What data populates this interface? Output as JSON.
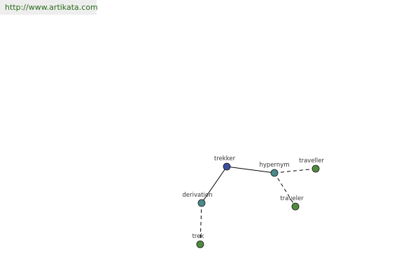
{
  "header": {
    "url": "http://www.artikata.com"
  },
  "graph": {
    "nodes": [
      {
        "id": "trekker",
        "label": "trekker",
        "kind": "root"
      },
      {
        "id": "hypernym",
        "label": "hypernym",
        "kind": "relation"
      },
      {
        "id": "derivation",
        "label": "derivation",
        "kind": "relation"
      },
      {
        "id": "traveller",
        "label": "traveller",
        "kind": "word"
      },
      {
        "id": "traveler",
        "label": "traveler",
        "kind": "word"
      },
      {
        "id": "trek",
        "label": "trek",
        "kind": "word"
      }
    ],
    "edges": [
      {
        "from": "trekker",
        "to": "hypernym",
        "style": "solid"
      },
      {
        "from": "trekker",
        "to": "derivation",
        "style": "solid"
      },
      {
        "from": "hypernym",
        "to": "traveller",
        "style": "dashed"
      },
      {
        "from": "hypernym",
        "to": "traveler",
        "style": "dashed"
      },
      {
        "from": "derivation",
        "to": "trek",
        "style": "dashed"
      }
    ]
  },
  "colors": {
    "root": "#3b4f9a",
    "relation": "#4a8a88",
    "word": "#4f8a3f",
    "edge": "#000000",
    "url_text": "#2a6a1a",
    "url_bg": "#eeeeee"
  }
}
